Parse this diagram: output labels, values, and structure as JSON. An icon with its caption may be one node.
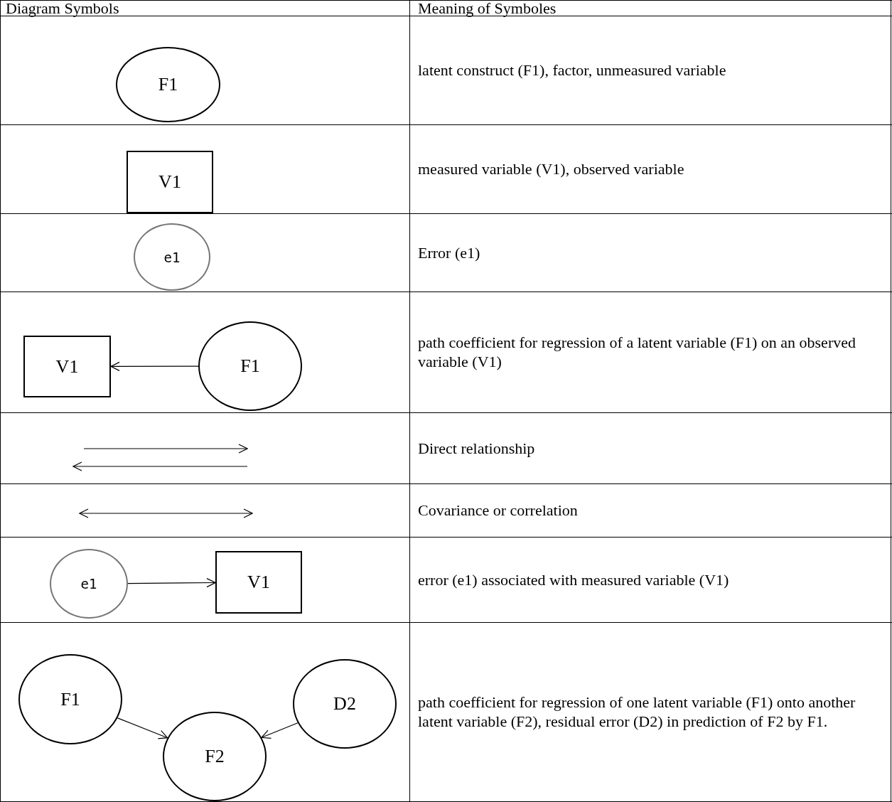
{
  "diagram": {
    "nodes": [
      {
        "text": [
          "F1"
        ]
      },
      {
        "text": [
          "V1"
        ]
      },
      {
        "text": [
          "e1"
        ]
      },
      {
        "text": [
          "V1"
        ]
      },
      {
        "text": [
          "F1"
        ]
      },
      {
        "text": [
          "e1"
        ]
      },
      {
        "text": [
          "V1"
        ]
      },
      {
        "text": [
          "F1"
        ]
      },
      {
        "text": [
          "D2"
        ]
      },
      {
        "text": [
          "F2"
        ]
      }
    ],
    "edges": [
      {
        "from": 4,
        "to": 3,
        "arrow": "to"
      },
      {
        "from": 5,
        "to": 6,
        "arrow": "to"
      },
      {
        "from": 7,
        "to": 9,
        "arrow": "to"
      },
      {
        "from": 8,
        "to": 9,
        "arrow": "to"
      }
    ],
    "labels": [
      "Diagram Symbols",
      "Meaning of Symboles",
      "latent construct (F1), factor, unmeasured variable",
      "measured variable (V1), observed variable",
      "Error (e1)",
      "path coefficient for regression of a latent variable (F1) on an observed variable (V1)",
      "Direct relationship",
      "Covariance or correlation",
      "error (e1) associated with measured variable (V1)",
      "path coefficient for regression of one latent variable (F1) onto another latent variable (F2), residual error (D2) in prediction of F2 by F1."
    ]
  }
}
